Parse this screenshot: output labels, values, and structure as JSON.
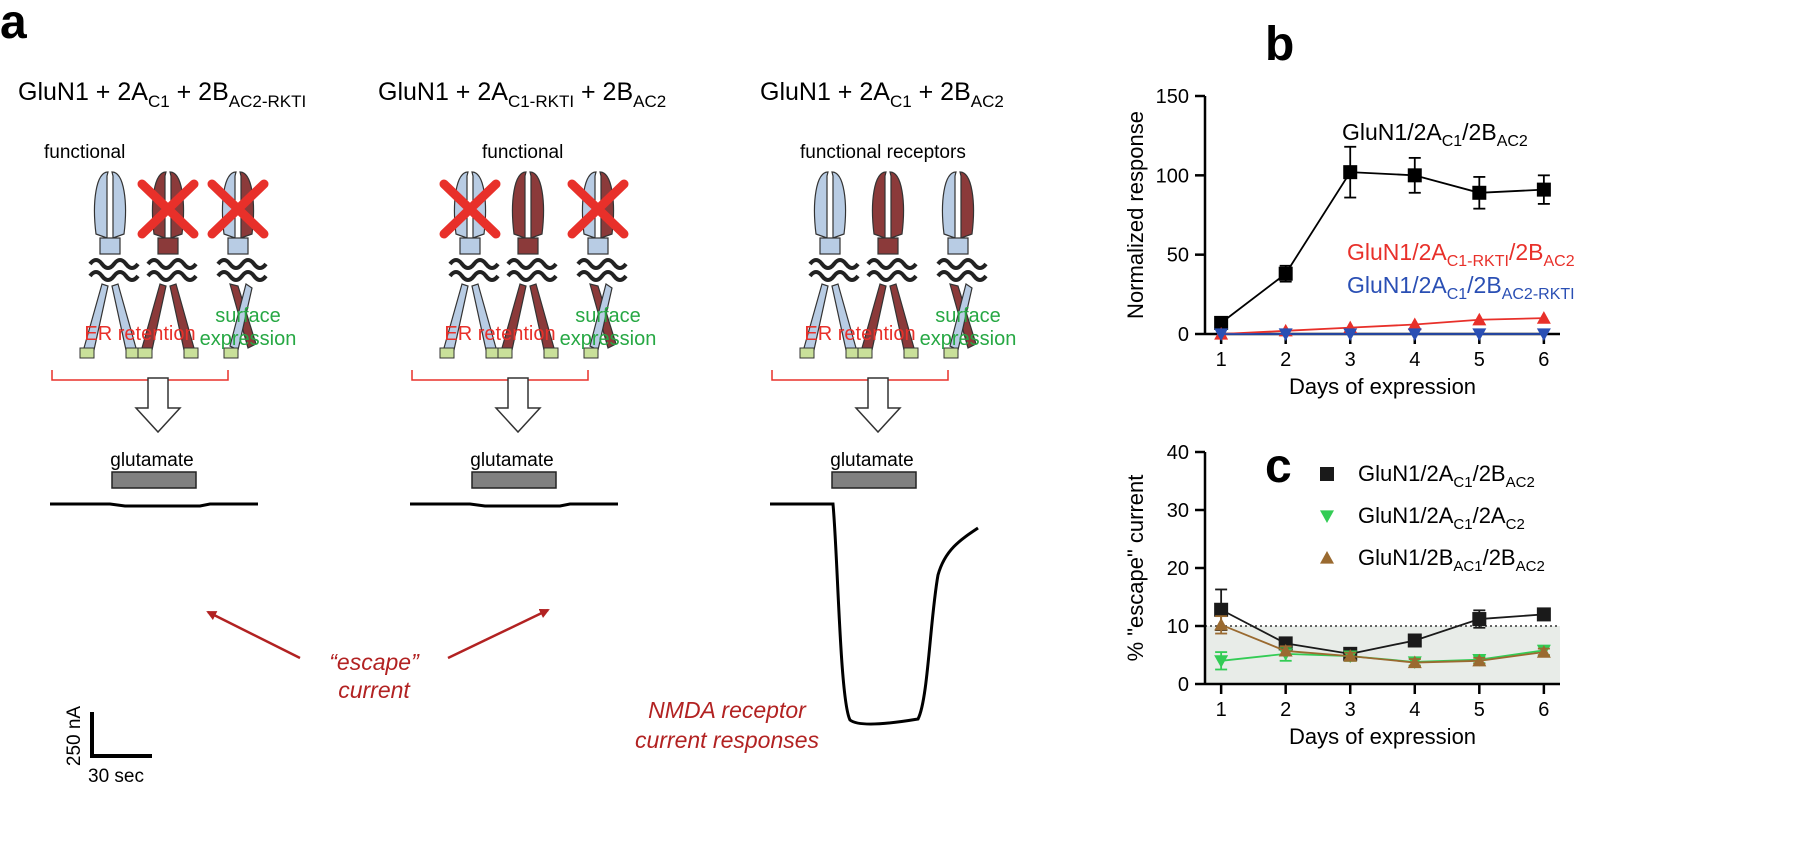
{
  "panel_a": {
    "letter": "a",
    "columns": [
      {
        "title_parts": [
          "GluN1 + 2A",
          "C1",
          " + 2B",
          "AC2-RKTI"
        ],
        "functional_label": "functional",
        "crossed": [
          false,
          true,
          true
        ],
        "er_label": "ER retention",
        "surface_label_1": "surface",
        "surface_label_2": "expression",
        "glutamate_label": "glutamate",
        "trace": "flat"
      },
      {
        "title_parts": [
          "GluN1 + 2A",
          "C1-RKTI",
          " + 2B",
          "AC2"
        ],
        "functional_label": "functional",
        "crossed": [
          true,
          false,
          true
        ],
        "er_label": "ER retention",
        "surface_label_1": "surface",
        "surface_label_2": "expression",
        "glutamate_label": "glutamate",
        "trace": "flat"
      },
      {
        "title_parts": [
          "GluN1 + 2A",
          "C1",
          " + 2B",
          "AC2"
        ],
        "functional_label": "functional receptors",
        "crossed": [
          false,
          false,
          false
        ],
        "er_label": "ER retention",
        "surface_label_1": "surface",
        "surface_label_2": "expression",
        "glutamate_label": "glutamate",
        "trace": "response"
      }
    ],
    "escape_line1": "“escape”",
    "escape_line2": "current",
    "nmda_line1": "NMDA receptor",
    "nmda_line2": "current responses",
    "scale_y": "250 nA",
    "scale_x": "30 sec",
    "colors": {
      "light_subunit": "#b8cce4",
      "dark_subunit": "#8b3a3a",
      "tip": "#c9e09a",
      "red_label": "#e8302a",
      "green_label": "#27a844",
      "dark_red_text": "#b22222",
      "cross": "#e8302a",
      "bar_fill": "#808080"
    }
  },
  "panel_b": {
    "letter": "b",
    "chart_data": {
      "type": "line",
      "x": [
        1,
        2,
        3,
        4,
        5,
        6
      ],
      "xlabel": "Days of expression",
      "ylabel": "Normalized response",
      "ylim": [
        0,
        150
      ],
      "yticks": [
        0,
        50,
        100,
        150
      ],
      "series": [
        {
          "name_parts": [
            "GluN1/2A",
            "C1",
            "/2B",
            "AC2"
          ],
          "color": "#000000",
          "marker": "square",
          "values": [
            7,
            38,
            102,
            100,
            89,
            91
          ],
          "err": [
            2,
            5,
            16,
            11,
            10,
            9
          ]
        },
        {
          "name_parts": [
            "GluN1/2A",
            "C1-RKTI",
            "/2B",
            "AC2"
          ],
          "color": "#e8302a",
          "marker": "triangle-up",
          "values": [
            0,
            2,
            4,
            6,
            9,
            10
          ],
          "err": [
            0,
            0,
            0,
            0,
            0,
            0
          ]
        },
        {
          "name_parts": [
            "GluN1/2A",
            "C1",
            "/2B",
            "AC2-RKTI"
          ],
          "color": "#2a4fb4",
          "marker": "triangle-down",
          "values": [
            0,
            0,
            0,
            0,
            0,
            0
          ],
          "err": [
            0,
            0,
            0,
            0,
            0,
            0
          ]
        }
      ]
    }
  },
  "panel_c": {
    "letter": "c",
    "chart_data": {
      "type": "line",
      "x": [
        1,
        2,
        3,
        4,
        5,
        6
      ],
      "xlabel": "Days of expression",
      "ylabel": "% \"escape\" current",
      "ylim": [
        0,
        40
      ],
      "yticks": [
        0,
        10,
        20,
        30,
        40
      ],
      "threshold": 10,
      "legend_position": "top-right",
      "series": [
        {
          "name_parts": [
            "GluN1/2A",
            "C1",
            "/2B",
            "AC2"
          ],
          "color": "#1a1a1a",
          "marker": "square",
          "values": [
            12.8,
            7.0,
            5.2,
            7.5,
            11.2,
            12.0
          ],
          "err": [
            3.5,
            0.8,
            0.8,
            0.6,
            1.5,
            0.6
          ]
        },
        {
          "name_parts": [
            "GluN1/2A",
            "C1",
            "/2A",
            "C2"
          ],
          "color": "#33cc55",
          "marker": "triangle-down",
          "values": [
            4.0,
            5.2,
            4.8,
            3.8,
            4.2,
            5.8
          ],
          "err": [
            1.5,
            1.2,
            0.8,
            0.6,
            0.6,
            0.8
          ]
        },
        {
          "name_parts": [
            "GluN1/2B",
            "AC1",
            "/2B",
            "AC2"
          ],
          "color": "#9a6a30",
          "marker": "triangle-up",
          "values": [
            10.2,
            5.7,
            4.8,
            3.7,
            4.0,
            5.5
          ],
          "err": [
            1.5,
            0.8,
            0.6,
            0.6,
            0.5,
            0.6
          ]
        }
      ]
    }
  }
}
